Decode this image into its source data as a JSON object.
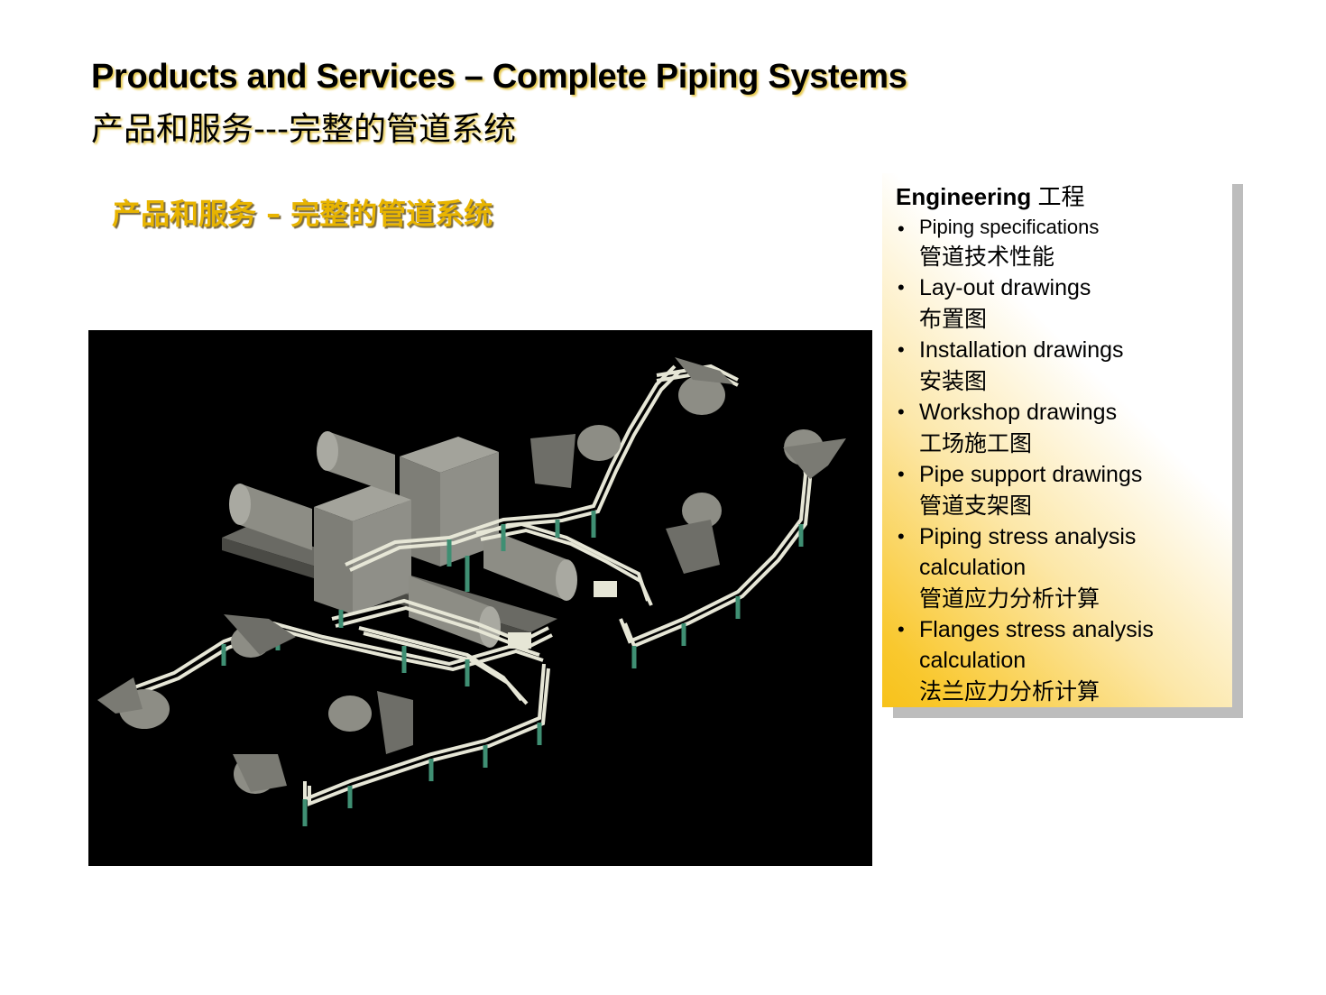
{
  "slide": {
    "title_en": "Products and Services – Complete Piping Systems",
    "title_cn": "产品和服务---完整的管道系统",
    "subtitle_cn": "产品和服务 – 完整的管道系统"
  },
  "panel": {
    "heading_en": "Engineering",
    "heading_cn": "工程",
    "items": [
      {
        "en": "Piping specifications",
        "cn": "管道技术性能"
      },
      {
        "en": "Lay-out drawings",
        "cn": "布置图"
      },
      {
        "en": "Installation drawings",
        "cn": "安装图"
      },
      {
        "en": "Workshop drawings",
        "cn": "工场施工图"
      },
      {
        "en": "Pipe support drawings",
        "cn": "管道支架图"
      },
      {
        "en": "Piping stress analysis",
        "en2": "calculation",
        "cn": "管道应力分析计算"
      },
      {
        "en": "Flanges stress analysis",
        "en2": "calculation",
        "cn": "法兰应力分析计算"
      }
    ]
  },
  "figure": {
    "colors": {
      "background": "#000000",
      "equipment": "#8d8d85",
      "equipment_dark": "#5e5e58",
      "pipe": "#e6e6d6",
      "support": "#3f8f73"
    }
  }
}
